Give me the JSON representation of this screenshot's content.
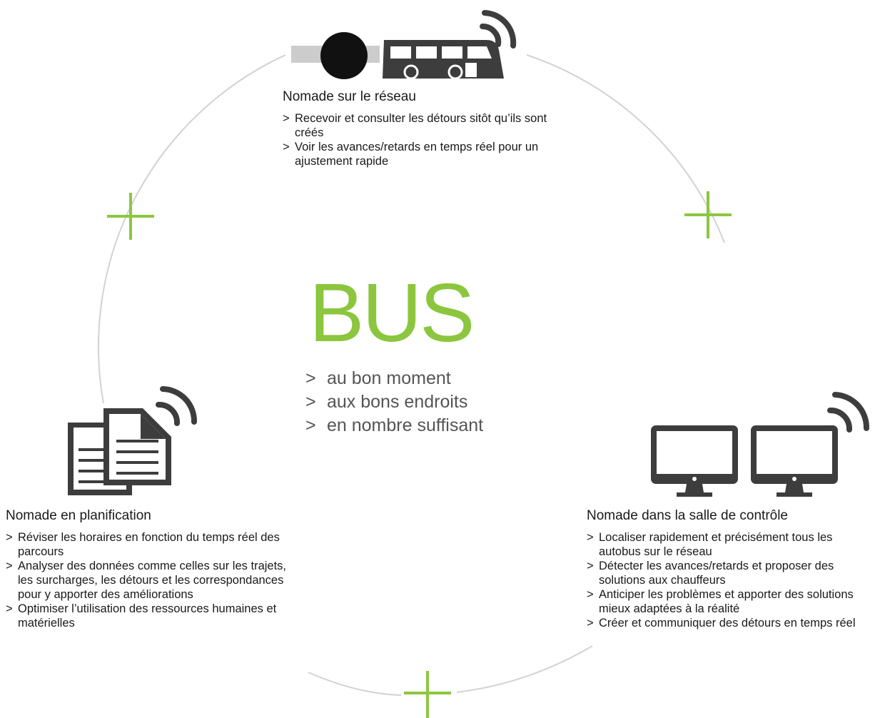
{
  "center": {
    "title": "BUS",
    "items": [
      "au bon moment",
      "aux bons endroits",
      "en nombre suffisant"
    ]
  },
  "blocks": {
    "network": {
      "title": "Nomade sur le réseau",
      "items": [
        "Recevoir et consulter les détours sitôt qu’ils sont créés",
        "Voir les avances/retards en temps réel pour un ajustement rapide"
      ]
    },
    "planning": {
      "title": "Nomade en planification",
      "items": [
        "Réviser les horaires en fonction du temps réel des parcours",
        "Analyser des données comme celles sur les trajets, les surcharges, les détours et les correspondances pour y apporter des améliorations",
        "Optimiser l’utilisation des ressources humaines et matérielles"
      ]
    },
    "control": {
      "title": "Nomade dans la salle de contrôle",
      "items": [
        "Localiser rapidement et précisément tous les autobus sur le réseau",
        "Détecter les avances/retards et proposer des solutions aux chauffeurs",
        "Anticiper les problèmes et apporter des solutions mieux adaptées à la réalité",
        "Créer et communiquer des détours en temps réel"
      ]
    }
  },
  "icons": [
    "bus-icon",
    "documents-icon",
    "monitors-icon",
    "wifi-signal-icon",
    "plus-icon"
  ],
  "colors": {
    "accent": "#8cc63f",
    "icon": "#3d3d3d",
    "ring": "#d2d2d2",
    "text": "#1a1a1a",
    "muted": "#555555"
  }
}
